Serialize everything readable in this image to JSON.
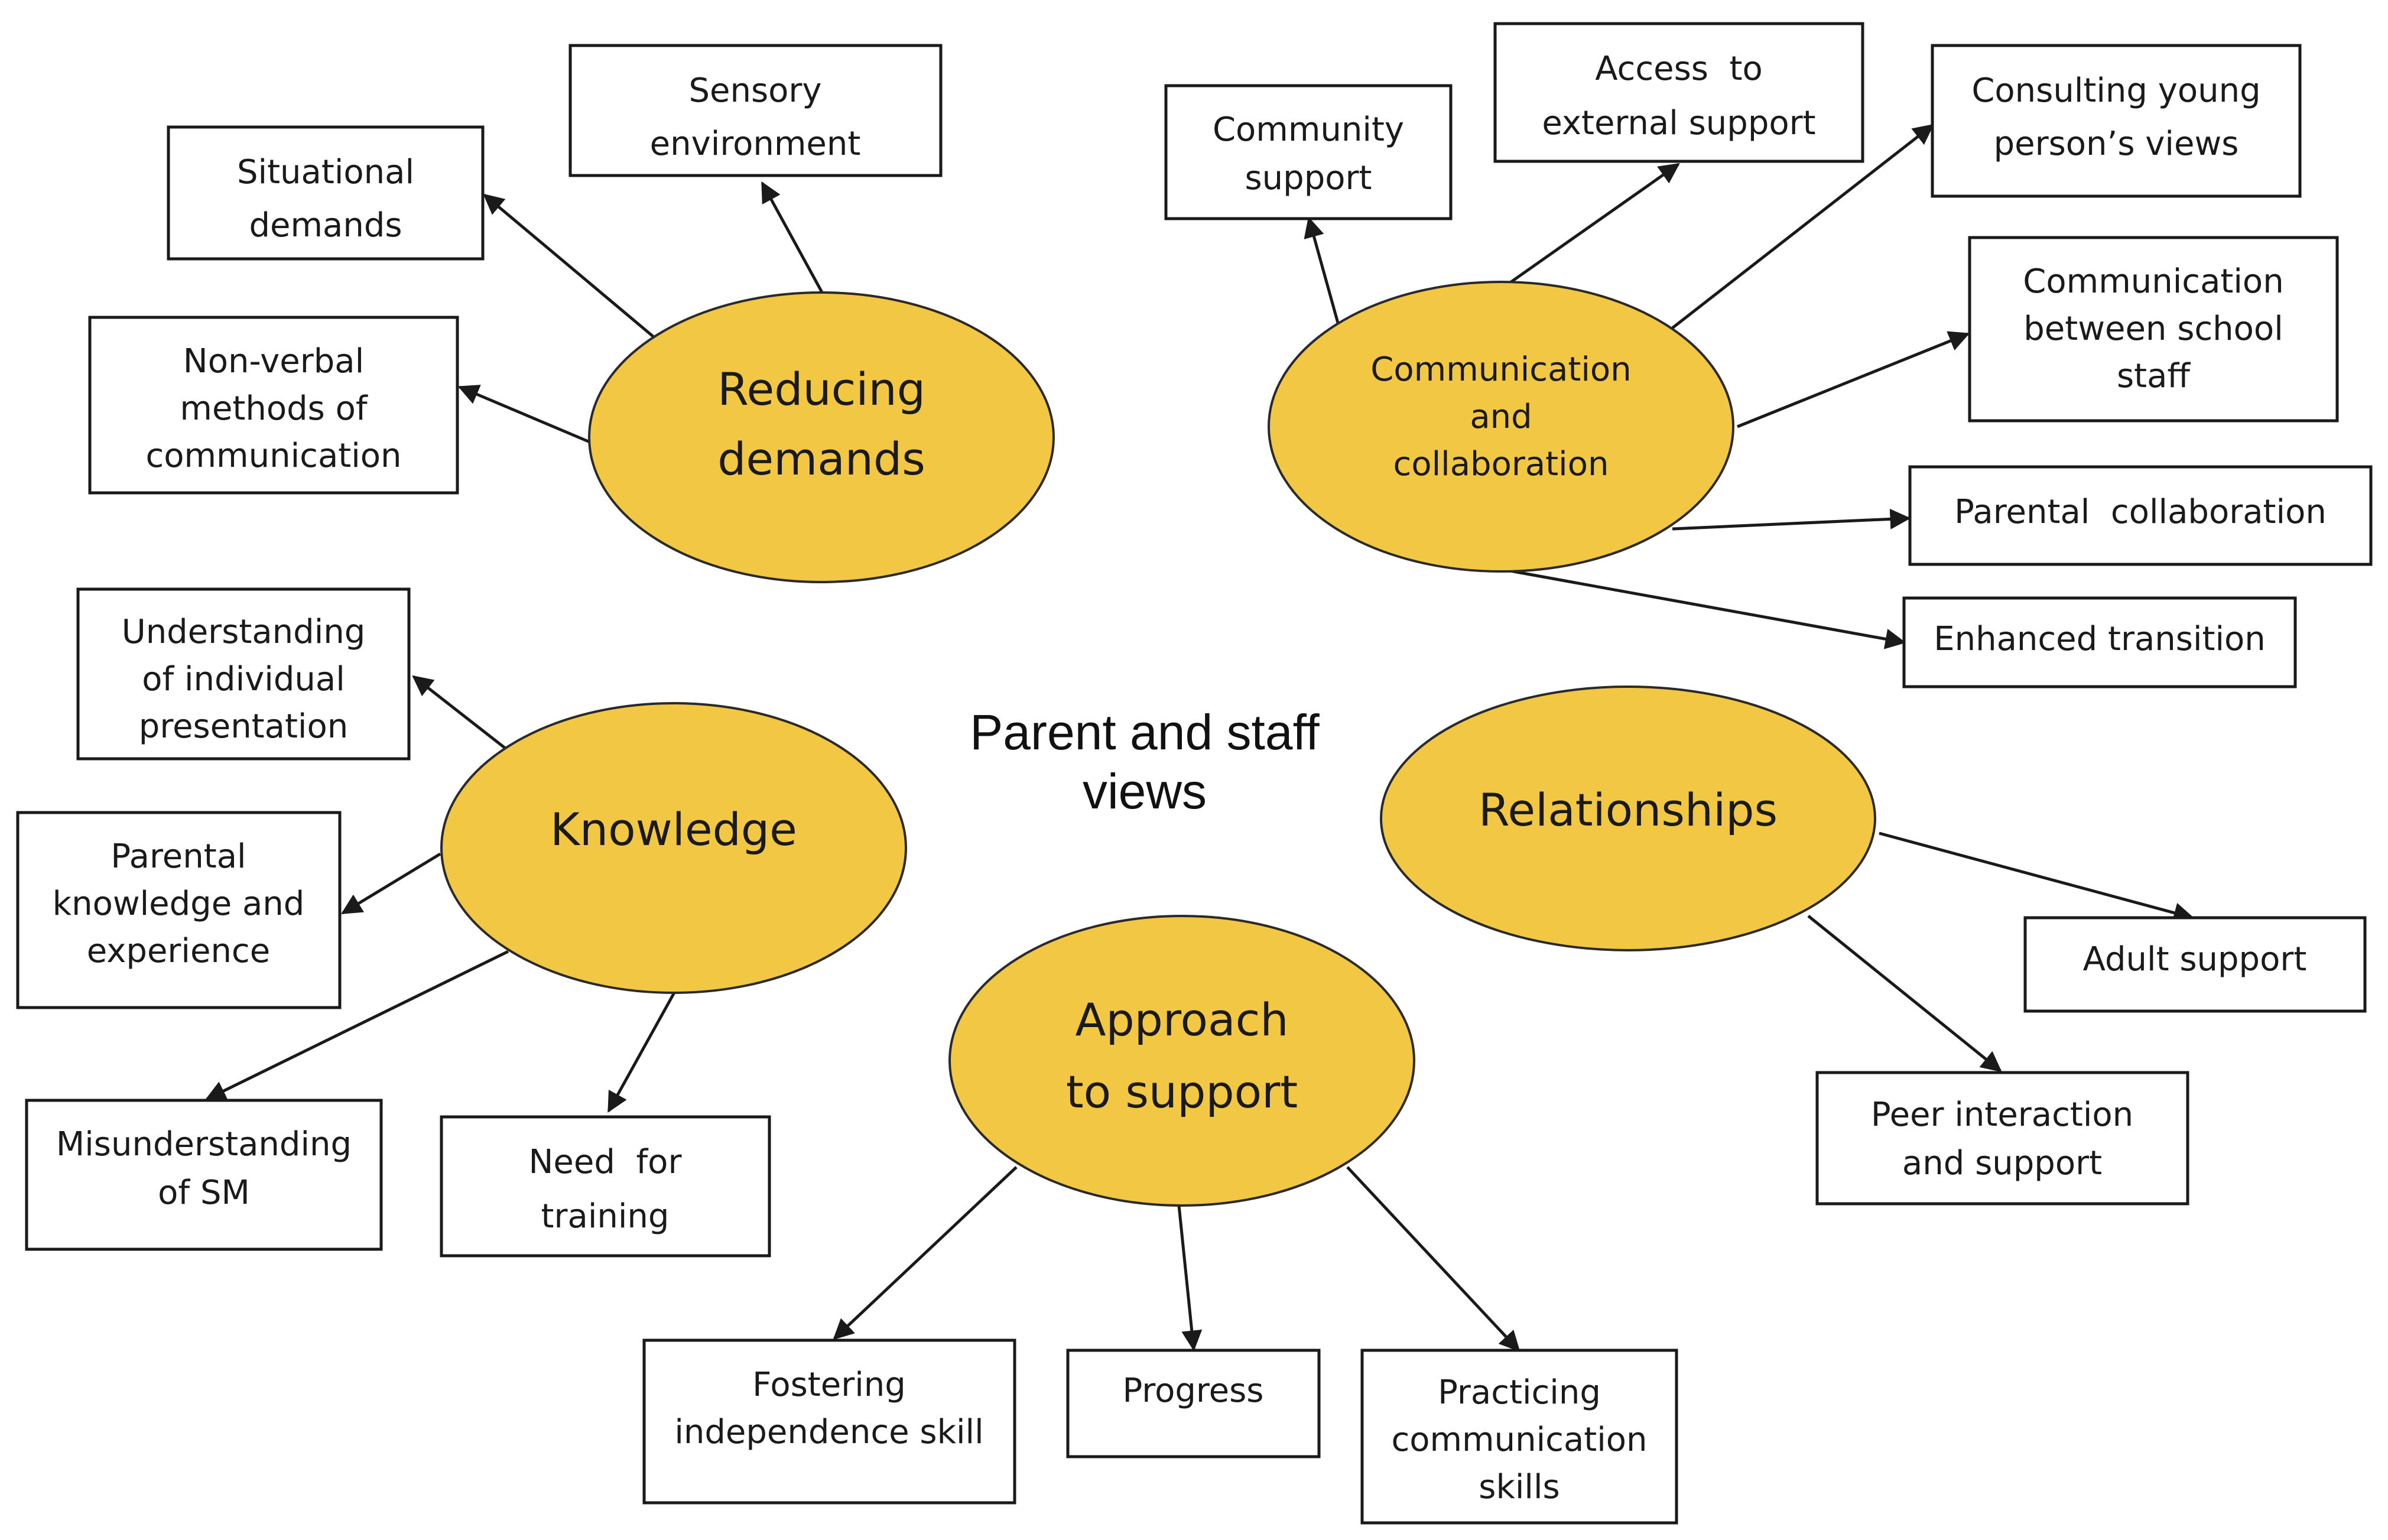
{
  "diagram": {
    "center_title": [
      "Parent and staff",
      "views"
    ],
    "themes": {
      "reducing_demands": [
        "Reducing",
        "demands"
      ],
      "communication": [
        "Communication",
        "and",
        "collaboration"
      ],
      "knowledge": [
        "Knowledge"
      ],
      "relationships": [
        "Relationships"
      ],
      "approach": [
        "Approach",
        "to support"
      ]
    },
    "subthemes": {
      "sensory": [
        "Sensory",
        "environment"
      ],
      "situational": [
        "Situational",
        "demands"
      ],
      "nonverbal": [
        "Non-verbal",
        "methods of",
        "communication"
      ],
      "community": [
        "Community",
        "support"
      ],
      "external": [
        "Access  to",
        "external support"
      ],
      "consulting": [
        "Consulting young",
        "person’s views"
      ],
      "comm_staff": [
        "Communication",
        "between school",
        "staff"
      ],
      "parental_collab": [
        "Parental  collaboration"
      ],
      "transition": [
        "Enhanced transition"
      ],
      "understanding": [
        "Understanding",
        "of individual",
        "presentation"
      ],
      "parental_knowledge": [
        "Parental",
        "knowledge and",
        "experience"
      ],
      "misunderstanding": [
        "Misunderstanding",
        "of SM"
      ],
      "training": [
        "Need  for",
        "training"
      ],
      "adult": [
        "Adult support"
      ],
      "peer": [
        "Peer interaction",
        "and support"
      ],
      "fostering": [
        "Fostering",
        "independence skill"
      ],
      "progress": [
        "Progress"
      ],
      "practicing": [
        "Practicing",
        "communication",
        "skills"
      ]
    }
  }
}
